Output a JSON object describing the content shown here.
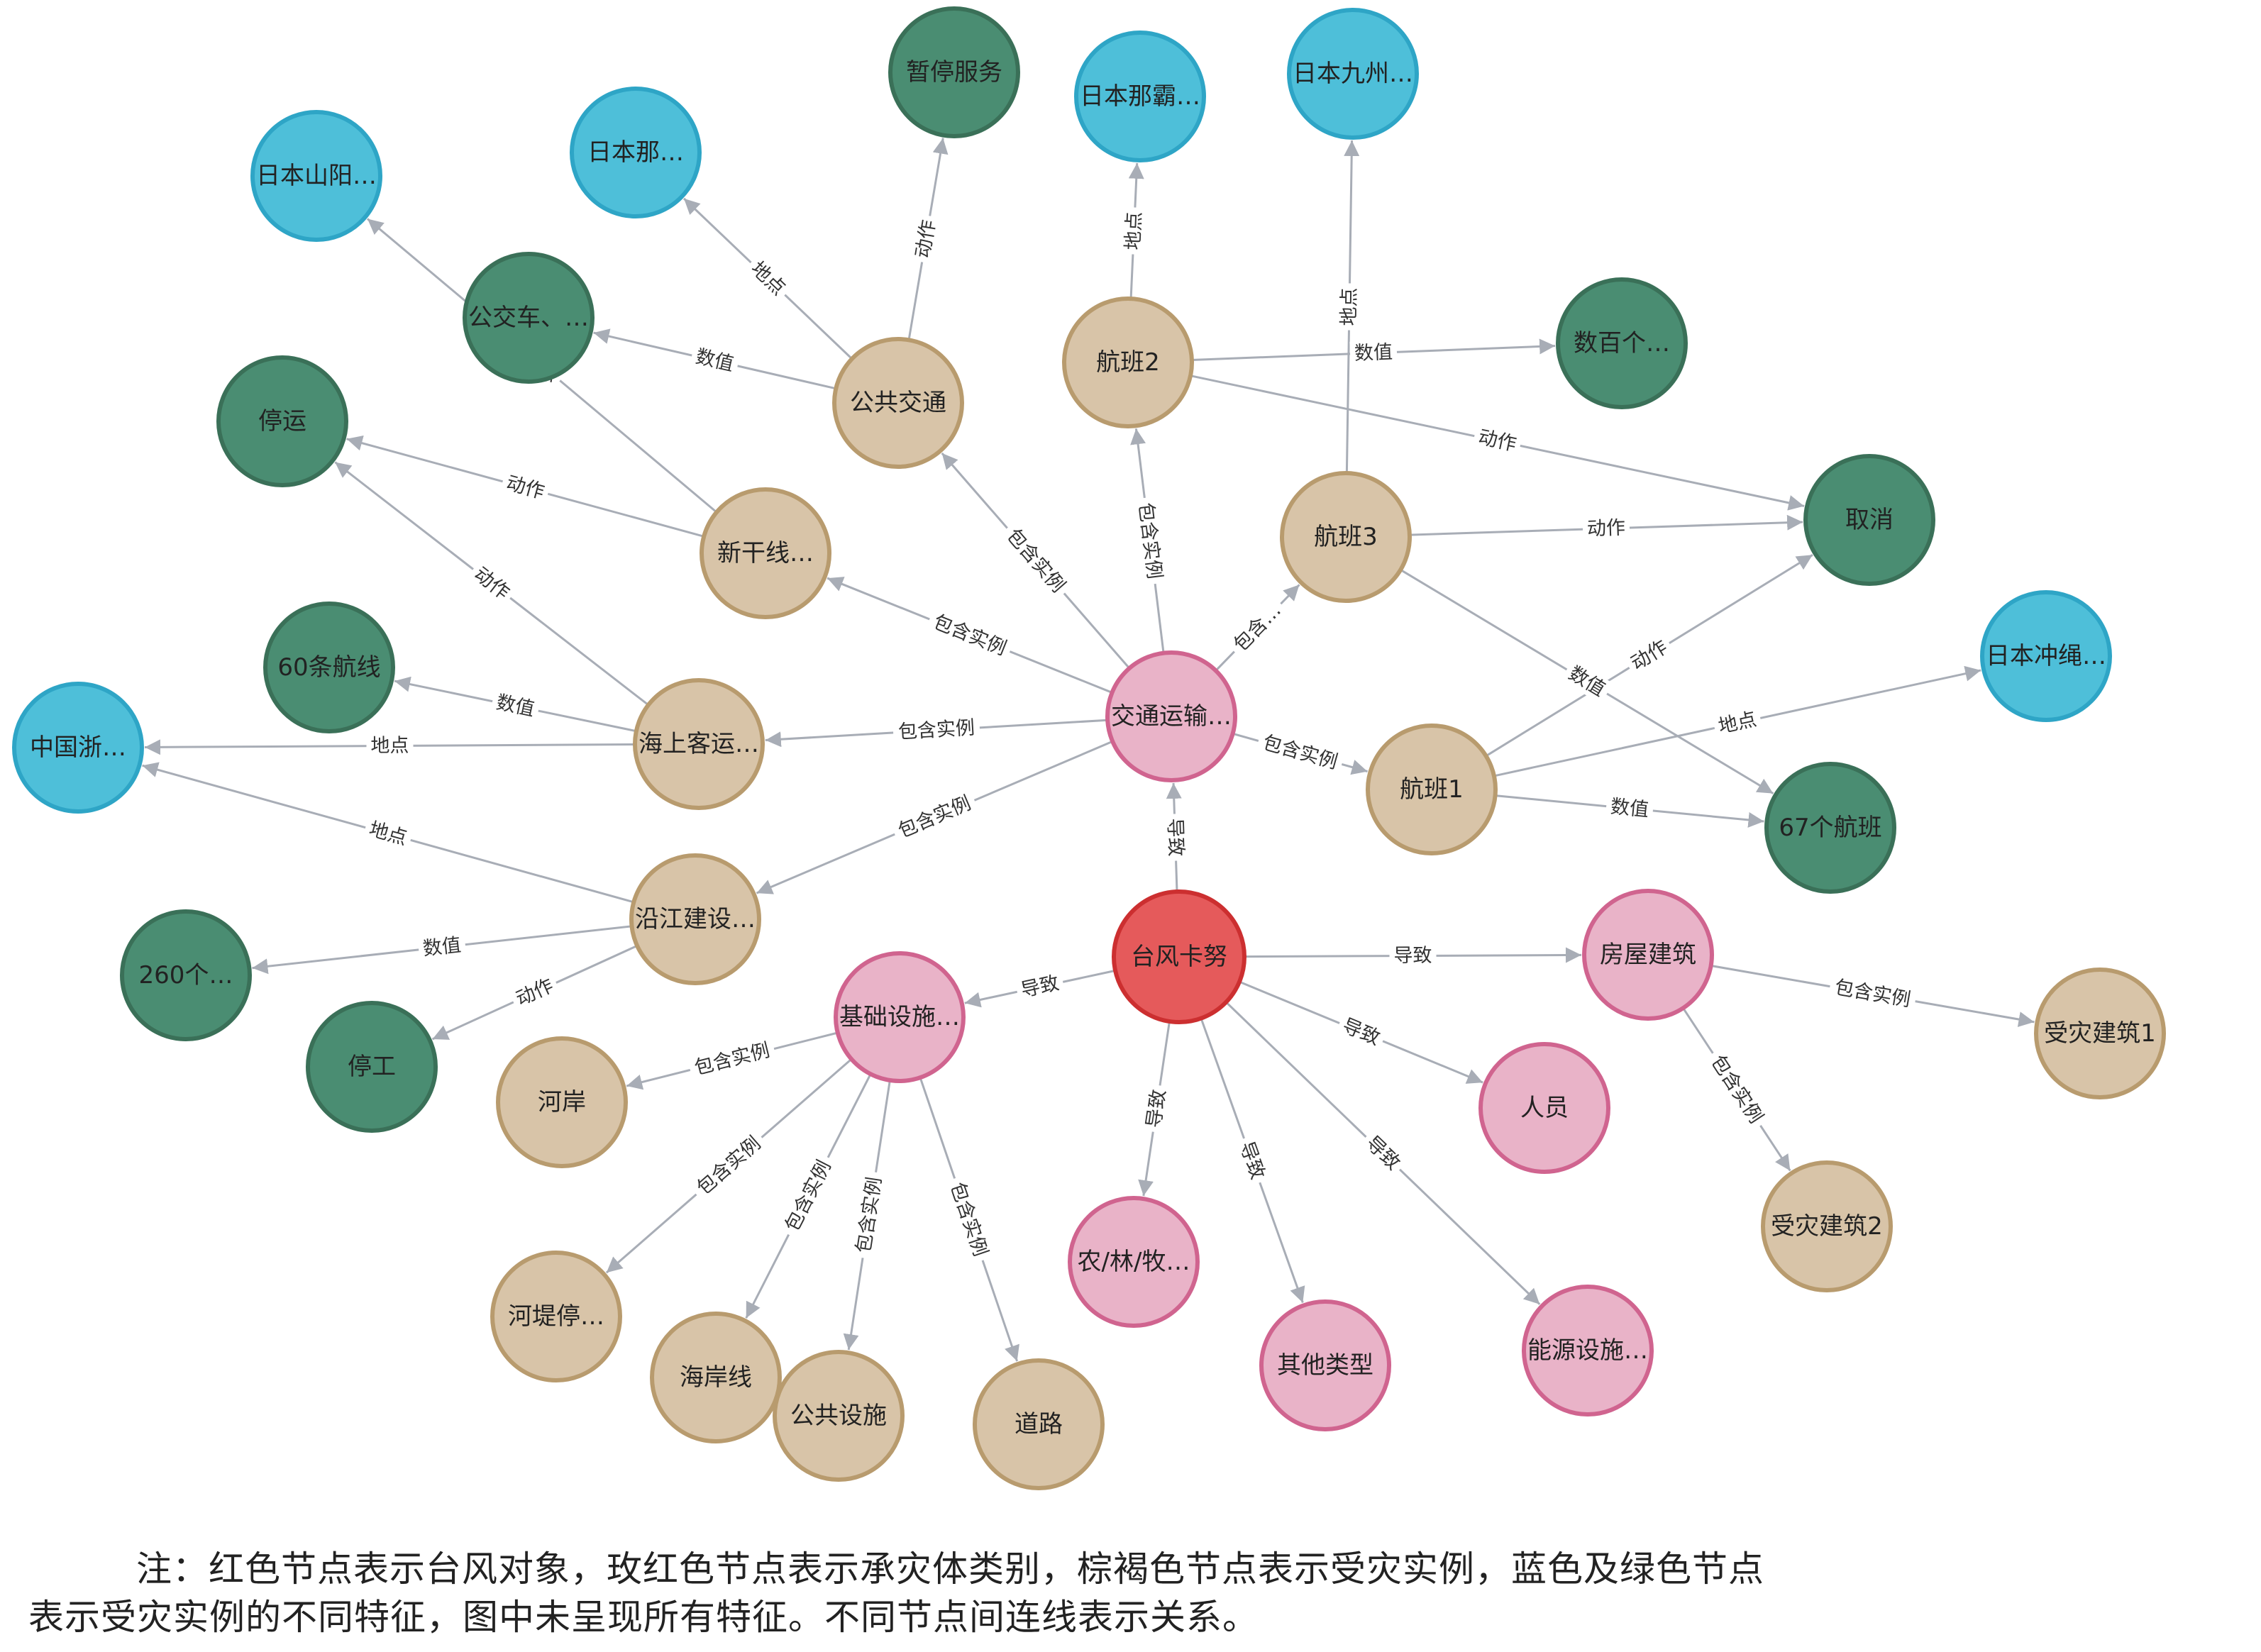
{
  "colors": {
    "typhoon": {
      "fill": "#e55a5b",
      "stroke": "#cc2f30",
      "text": "#ffffff"
    },
    "category": {
      "fill": "#e9b3c8",
      "stroke": "#d0648f",
      "text": "#222222"
    },
    "instance": {
      "fill": "#d8c4a8",
      "stroke": "#b89b6e",
      "text": "#222222"
    },
    "feature_blue": {
      "fill": "#4ebfd9",
      "stroke": "#2ea5c6",
      "text": "#222222"
    },
    "feature_green": {
      "fill": "#4a8d72",
      "stroke": "#3a7058",
      "text": "#ffffff"
    },
    "edge": "#a8adb6"
  },
  "nodes": [
    {
      "id": "typhoon",
      "label": "台风卡努",
      "type": "typhoon"
    },
    {
      "id": "transport",
      "label": "交通运输…",
      "type": "category"
    },
    {
      "id": "infra",
      "label": "基础设施…",
      "type": "category"
    },
    {
      "id": "house",
      "label": "房屋建筑",
      "type": "category"
    },
    {
      "id": "people",
      "label": "人员",
      "type": "category"
    },
    {
      "id": "agri",
      "label": "农/林/牧…",
      "type": "category"
    },
    {
      "id": "other",
      "label": "其他类型",
      "type": "category"
    },
    {
      "id": "energy",
      "label": "能源设施…",
      "type": "category"
    },
    {
      "id": "public_transit",
      "label": "公共交通",
      "type": "instance"
    },
    {
      "id": "flight2",
      "label": "航班2",
      "type": "instance"
    },
    {
      "id": "flight3",
      "label": "航班3",
      "type": "instance"
    },
    {
      "id": "flight1",
      "label": "航班1",
      "type": "instance"
    },
    {
      "id": "shinkansen",
      "label": "新干线…",
      "type": "instance"
    },
    {
      "id": "sea_transport",
      "label": "海上客运…",
      "type": "instance"
    },
    {
      "id": "riverside",
      "label": "沿江建设…",
      "type": "instance"
    },
    {
      "id": "riverbank",
      "label": "河岸",
      "type": "instance"
    },
    {
      "id": "levee",
      "label": "河堤停…",
      "type": "instance"
    },
    {
      "id": "coastline",
      "label": "海岸线",
      "type": "instance"
    },
    {
      "id": "public_fac",
      "label": "公共设施",
      "type": "instance"
    },
    {
      "id": "road",
      "label": "道路",
      "type": "instance"
    },
    {
      "id": "building1",
      "label": "受灾建筑1",
      "type": "instance"
    },
    {
      "id": "building2",
      "label": "受灾建筑2",
      "type": "instance"
    },
    {
      "id": "suspend_service",
      "label": "暂停服务",
      "type": "feature_green"
    },
    {
      "id": "bus",
      "label": "公交车、…",
      "type": "feature_green"
    },
    {
      "id": "stop_operation",
      "label": "停运",
      "type": "feature_green"
    },
    {
      "id": "sixty_routes",
      "label": "60条航线",
      "type": "feature_green"
    },
    {
      "id": "hundreds",
      "label": "数百个…",
      "type": "feature_green"
    },
    {
      "id": "cancel",
      "label": "取消",
      "type": "feature_green"
    },
    {
      "id": "sixty_seven",
      "label": "67个航班",
      "type": "feature_green"
    },
    {
      "id": "two_sixty",
      "label": "260个…",
      "type": "feature_green"
    },
    {
      "id": "stop_work",
      "label": "停工",
      "type": "feature_green"
    },
    {
      "id": "yamaguchi",
      "label": "日本山阳…",
      "type": "feature_blue"
    },
    {
      "id": "jp_na",
      "label": "日本那…",
      "type": "feature_blue"
    },
    {
      "id": "naha",
      "label": "日本那霸…",
      "type": "feature_blue"
    },
    {
      "id": "kyushu",
      "label": "日本九州…",
      "type": "feature_blue"
    },
    {
      "id": "okinawa",
      "label": "日本冲绳…",
      "type": "feature_blue"
    },
    {
      "id": "zhejiang",
      "label": "中国浙…",
      "type": "feature_blue"
    }
  ],
  "edges": [
    {
      "from": "typhoon",
      "to": "transport",
      "label": "导致"
    },
    {
      "from": "typhoon",
      "to": "infra",
      "label": "导致"
    },
    {
      "from": "typhoon",
      "to": "house",
      "label": "导致"
    },
    {
      "from": "typhoon",
      "to": "people",
      "label": "导致"
    },
    {
      "from": "typhoon",
      "to": "agri",
      "label": "导致"
    },
    {
      "from": "typhoon",
      "to": "other",
      "label": "导致"
    },
    {
      "from": "typhoon",
      "to": "energy",
      "label": "导致"
    },
    {
      "from": "transport",
      "to": "public_transit",
      "label": "包含实例"
    },
    {
      "from": "transport",
      "to": "flight2",
      "label": "包含实例"
    },
    {
      "from": "transport",
      "to": "flight3",
      "label": "包含…"
    },
    {
      "from": "transport",
      "to": "flight1",
      "label": "包含实例"
    },
    {
      "from": "transport",
      "to": "shinkansen",
      "label": "包含实例"
    },
    {
      "from": "transport",
      "to": "sea_transport",
      "label": "包含实例"
    },
    {
      "from": "transport",
      "to": "riverside",
      "label": "包含实例"
    },
    {
      "from": "public_transit",
      "to": "suspend_service",
      "label": "动作"
    },
    {
      "from": "public_transit",
      "to": "jp_na",
      "label": "地点"
    },
    {
      "from": "public_transit",
      "to": "bus",
      "label": "数值"
    },
    {
      "from": "flight2",
      "to": "naha",
      "label": "地点"
    },
    {
      "from": "flight2",
      "to": "hundreds",
      "label": "数值"
    },
    {
      "from": "flight2",
      "to": "cancel",
      "label": "动作"
    },
    {
      "from": "flight3",
      "to": "kyushu",
      "label": "地点"
    },
    {
      "from": "flight3",
      "to": "cancel",
      "label": "动作"
    },
    {
      "from": "flight3",
      "to": "sixty_seven",
      "label": "数值"
    },
    {
      "from": "flight1",
      "to": "cancel",
      "label": "动作"
    },
    {
      "from": "flight1",
      "to": "okinawa",
      "label": "地点"
    },
    {
      "from": "flight1",
      "to": "sixty_seven",
      "label": "数值"
    },
    {
      "from": "shinkansen",
      "to": "stop_operation",
      "label": "动作"
    },
    {
      "from": "shinkansen",
      "to": "yamaguchi",
      "label": "地点"
    },
    {
      "from": "sea_transport",
      "to": "stop_operation",
      "label": "动作"
    },
    {
      "from": "sea_transport",
      "to": "sixty_routes",
      "label": "数值"
    },
    {
      "from": "sea_transport",
      "to": "zhejiang",
      "label": "地点"
    },
    {
      "from": "riverside",
      "to": "zhejiang",
      "label": "地点"
    },
    {
      "from": "riverside",
      "to": "two_sixty",
      "label": "数值"
    },
    {
      "from": "riverside",
      "to": "stop_work",
      "label": "动作"
    },
    {
      "from": "infra",
      "to": "riverbank",
      "label": "包含实例"
    },
    {
      "from": "infra",
      "to": "levee",
      "label": "包含实例"
    },
    {
      "from": "infra",
      "to": "coastline",
      "label": "包含实例"
    },
    {
      "from": "infra",
      "to": "public_fac",
      "label": "包含实例"
    },
    {
      "from": "infra",
      "to": "road",
      "label": "包含实例"
    },
    {
      "from": "house",
      "to": "building1",
      "label": "包含实例"
    },
    {
      "from": "house",
      "to": "building2",
      "label": "包含实例"
    }
  ],
  "note": {
    "line1": "注：红色节点表示台风对象，玫红色节点表示承灾体类别，棕褐色节点表示受灾实例，蓝色及绿色节点",
    "line2": "表示受灾实例的不同特征，图中未呈现所有特征。不同节点间连线表示关系。"
  }
}
